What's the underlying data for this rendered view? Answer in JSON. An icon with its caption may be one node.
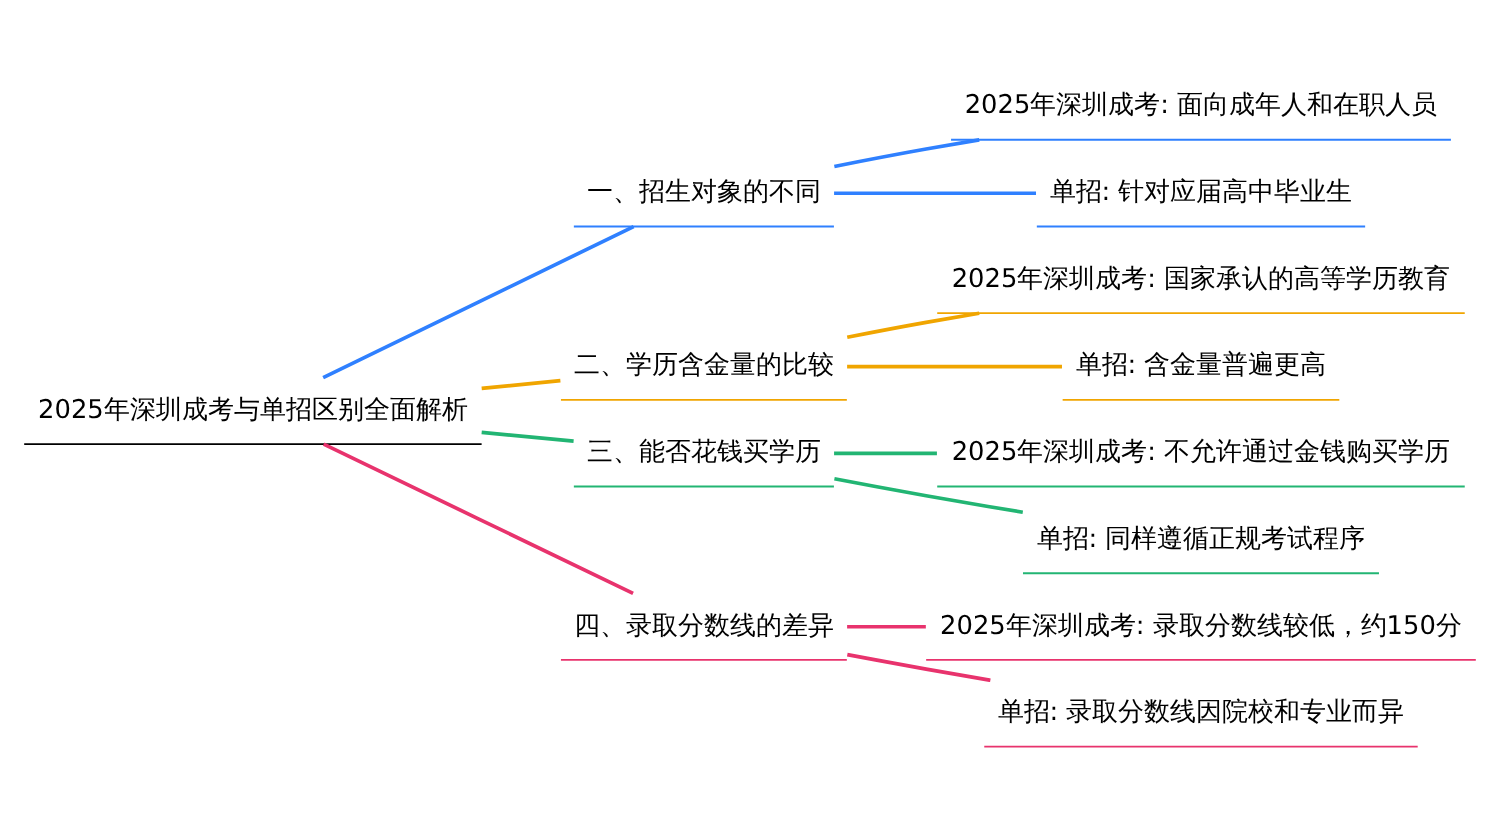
{
  "diagram": {
    "nodes": [
      {
        "text": [
          "2025年深圳成考与单招区别全面解析"
        ]
      },
      {
        "text": [
          "一、招生对象的不同"
        ]
      },
      {
        "text": [
          "2025年深圳成考: 面向成年人和在职人员"
        ]
      },
      {
        "text": [
          "单招: 针对应届高中毕业生"
        ]
      },
      {
        "text": [
          "二、学历含金量的比较"
        ]
      },
      {
        "text": [
          "2025年深圳成考: 国家承认的高等学历教育"
        ]
      },
      {
        "text": [
          "单招: 含金量普遍更高"
        ]
      },
      {
        "text": [
          "三、能否花钱买学历"
        ]
      },
      {
        "text": [
          "2025年深圳成考: 不允许通过金钱购买学历"
        ]
      },
      {
        "text": [
          "单招: 同样遵循正规考试程序"
        ]
      },
      {
        "text": [
          "四、录取分数线的差异"
        ]
      },
      {
        "text": [
          "2025年深圳成考: 录取分数线较低，约150分"
        ]
      },
      {
        "text": [
          "单招: 录取分数线因院校和专业而异"
        ]
      }
    ],
    "edges": [
      {
        "from": 0,
        "to": 1,
        "arrow": "none",
        "color": "#2f80ff"
      },
      {
        "from": 1,
        "to": 2,
        "arrow": "none",
        "color": "#2f80ff"
      },
      {
        "from": 1,
        "to": 3,
        "arrow": "none",
        "color": "#2f80ff"
      },
      {
        "from": 0,
        "to": 4,
        "arrow": "none",
        "color": "#f0a500"
      },
      {
        "from": 4,
        "to": 5,
        "arrow": "none",
        "color": "#f0a500"
      },
      {
        "from": 4,
        "to": 6,
        "arrow": "none",
        "color": "#f0a500"
      },
      {
        "from": 0,
        "to": 7,
        "arrow": "none",
        "color": "#22b573"
      },
      {
        "from": 7,
        "to": 8,
        "arrow": "none",
        "color": "#22b573"
      },
      {
        "from": 7,
        "to": 9,
        "arrow": "none",
        "color": "#22b573"
      },
      {
        "from": 0,
        "to": 10,
        "arrow": "none",
        "color": "#e8336d"
      },
      {
        "from": 10,
        "to": 11,
        "arrow": "none",
        "color": "#e8336d"
      },
      {
        "from": 10,
        "to": 12,
        "arrow": "none",
        "color": "#e8336d"
      }
    ]
  }
}
